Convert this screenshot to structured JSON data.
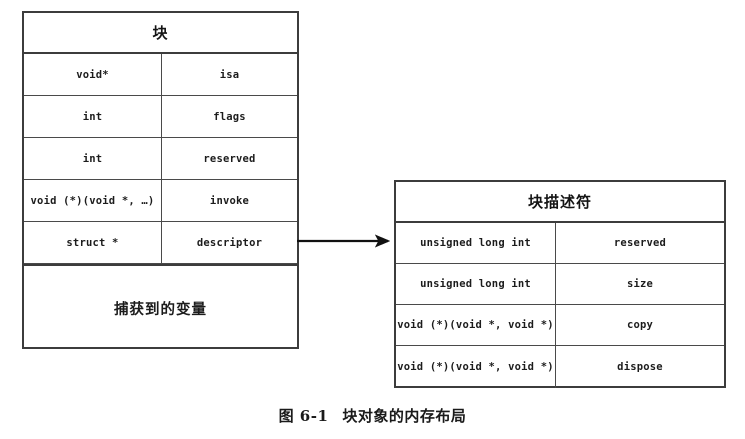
{
  "figure": {
    "caption_label": "图 6-1",
    "caption_text": "块对象的内存布局"
  },
  "block_box": {
    "title": "块",
    "rows": [
      {
        "type": "void*",
        "name": "isa"
      },
      {
        "type": "int",
        "name": "flags"
      },
      {
        "type": "int",
        "name": "reserved"
      },
      {
        "type": "void (*)(void *, …)",
        "name": "invoke"
      },
      {
        "type": "struct *",
        "name": "descriptor"
      }
    ],
    "footer_row": "捕获到的变量"
  },
  "descriptor_box": {
    "title": "块描述符",
    "rows": [
      {
        "type": "unsigned long int",
        "name": "reserved"
      },
      {
        "type": "unsigned long int",
        "name": "size"
      },
      {
        "type": "void (*)(void *, void *)",
        "name": "copy"
      },
      {
        "type": "void (*)(void *, void *)",
        "name": "dispose"
      }
    ]
  },
  "connector": {
    "label": "descriptor-points-to-block-descriptor",
    "icon": "arrow-right-icon"
  },
  "colors": {
    "background": "#ffffff",
    "border": "#3c3c3c",
    "grid": "#4a4a4a",
    "text": "#1a1a1a"
  }
}
